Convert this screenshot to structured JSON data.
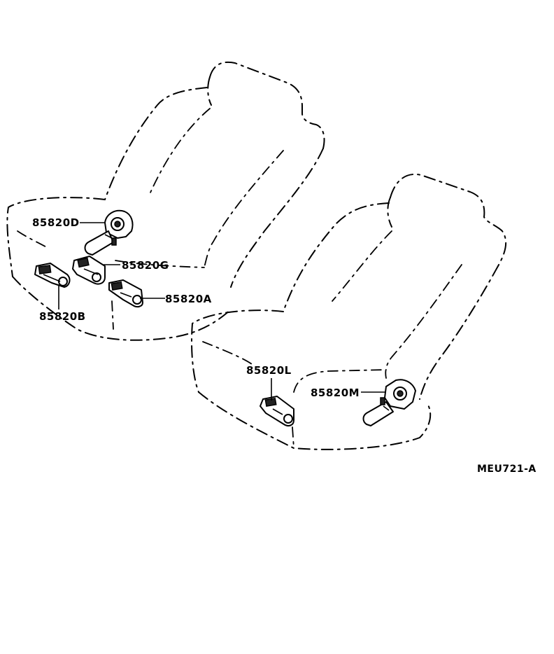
{
  "labels": {
    "p85820D": "85820D",
    "p85820G": "85820G",
    "p85820A": "85820A",
    "p85820B": "85820B",
    "p85820L": "85820L",
    "p85820M": "85820M"
  },
  "diagram_code": "MEU721-A"
}
